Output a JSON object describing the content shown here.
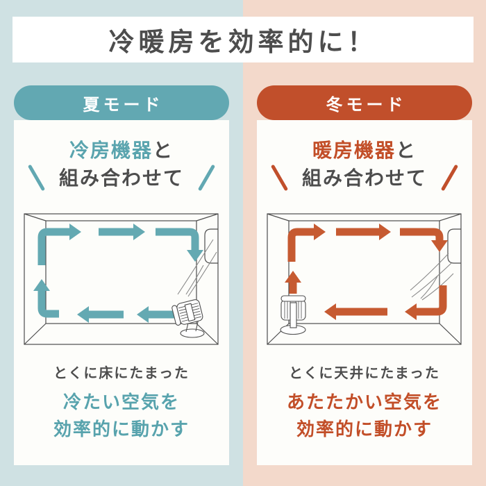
{
  "title": "冷暖房を効率的に！",
  "colors": {
    "summer_bg": "#cfe1e3",
    "winter_bg": "#f3d9cb",
    "summer_accent": "#62a8b2",
    "winter_accent": "#c14f2b",
    "card_bg": "#fdfdfa",
    "text_dark": "#4d4d4d",
    "room_line": "#4d4d4d"
  },
  "panels": [
    {
      "id": "summer",
      "mode_label": "夏モード",
      "headline_accent": "冷房機器",
      "headline_particle": "と",
      "headline_line2": "組み合わせて",
      "note": "とくに床にたまった",
      "emphasis_line1": "冷たい空気を",
      "emphasis_line2": "効率的に動かす",
      "diagram": {
        "type": "room-airflow",
        "fan": "circulator-fan",
        "fan_position": "bottom-right, facing left along floor",
        "airflow_loop": "left along floor → up left wall → right along ceiling → down right wall to fan",
        "arrow_color": "#64a9b2"
      }
    },
    {
      "id": "winter",
      "mode_label": "冬モード",
      "headline_accent": "暖房機器",
      "headline_particle": "と",
      "headline_line2": "組み合わせて",
      "note": "とくに天井にたまった",
      "emphasis_line1": "あたたかい空気を",
      "emphasis_line2": "効率的に動かす",
      "diagram": {
        "type": "room-airflow",
        "fan": "circulator-fan",
        "fan_position": "bottom-left, facing up",
        "airflow_loop": "up left wall → right along ceiling → down right wall → left along floor to fan",
        "arrow_color": "#c65a31"
      }
    }
  ]
}
